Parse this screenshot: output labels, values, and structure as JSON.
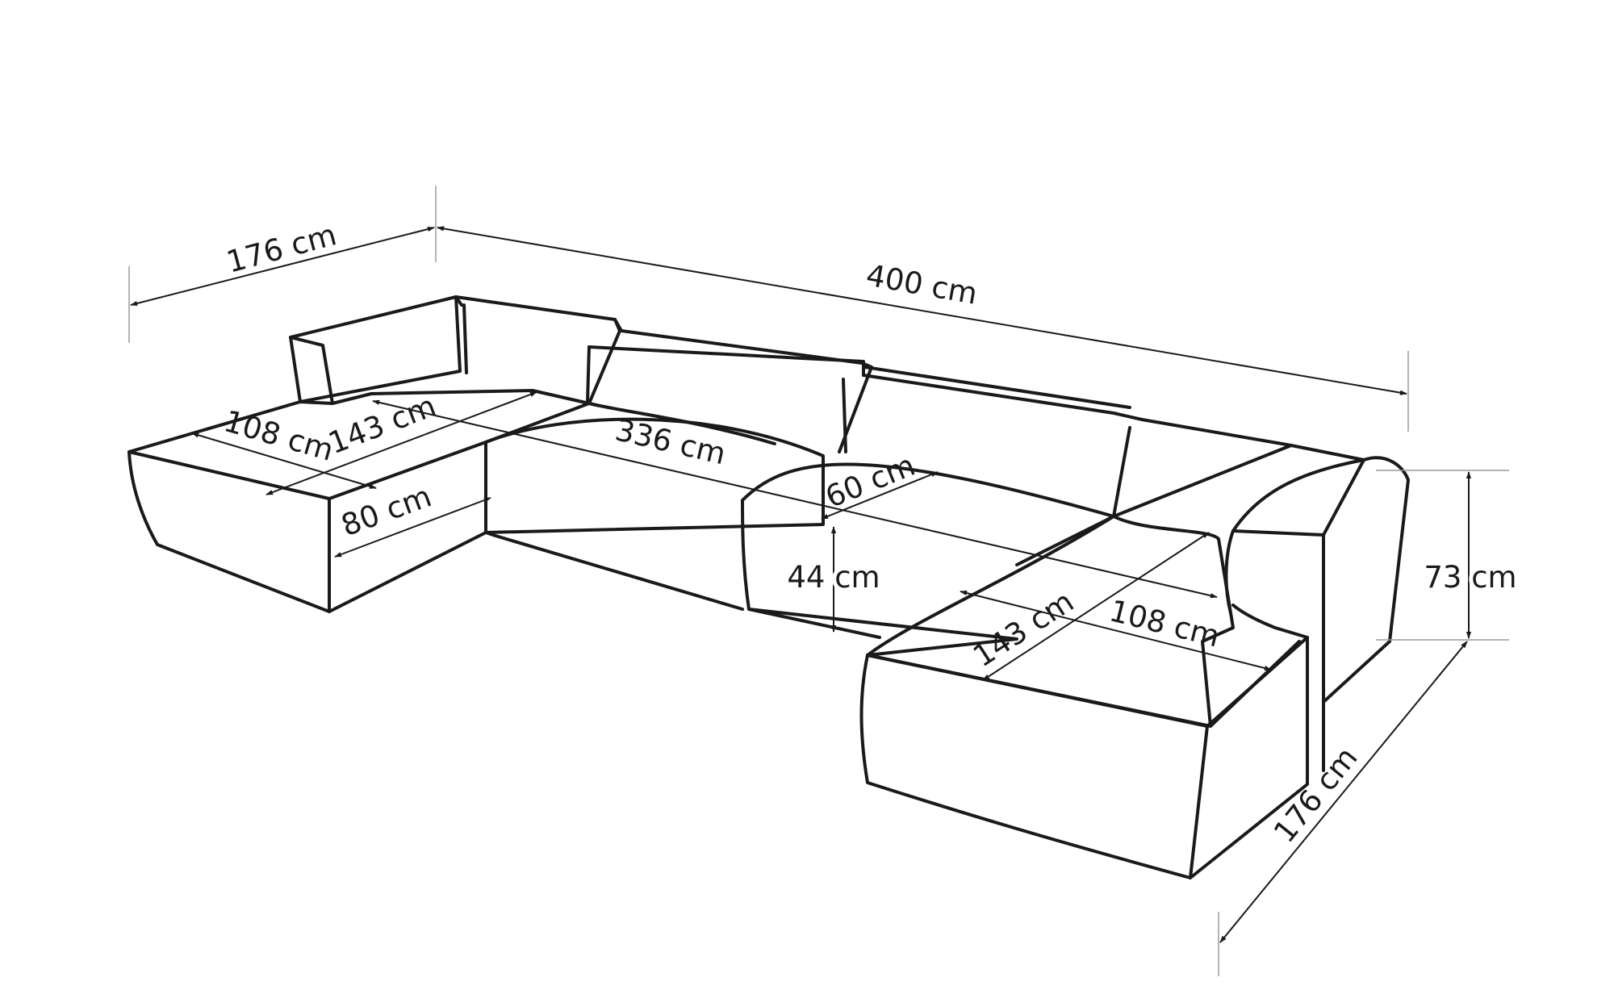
{
  "colors": {
    "line": "#1a1a1a",
    "extension": "#9a9a9a",
    "background": "#ffffff"
  },
  "dimensions": {
    "left_depth": "176 cm",
    "total_width": "400 cm",
    "left_chaise_width": "108 cm",
    "left_chaise_length": "143 cm",
    "seat_width": "336 cm",
    "left_chaise_seat_depth": "80 cm",
    "seat_depth": "60 cm",
    "seat_height": "44 cm",
    "total_height": "73 cm",
    "right_chaise_length": "143 cm",
    "right_chaise_width": "108 cm",
    "right_depth": "176 cm"
  }
}
